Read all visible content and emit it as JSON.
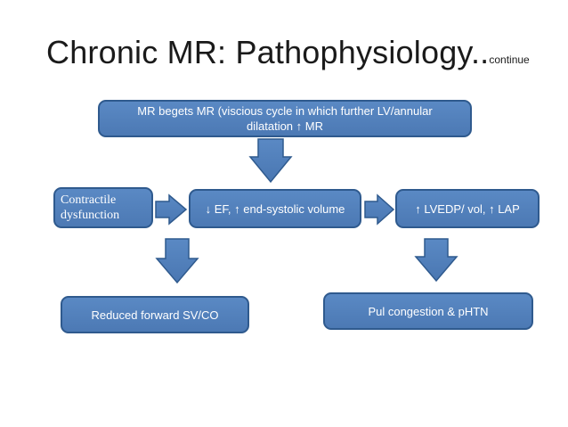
{
  "slide": {
    "title_main": "Chronic MR: Pathophysiology..",
    "title_sub": "continue"
  },
  "diagram": {
    "nodes": {
      "top": {
        "text": "MR begets MR (viscious cycle in which further LV/annular dilatation ↑ MR"
      },
      "contractile": {
        "text": "Contractile dysfunction"
      },
      "ef": {
        "text": "↓ EF, ↑ end-systolic volume"
      },
      "lvedp": {
        "text": "↑ LVEDP/ vol, ↑ LAP"
      },
      "reduced": {
        "text": "Reduced forward SV/CO"
      },
      "pul": {
        "text": "Pul congestion & pHTN"
      }
    },
    "colors": {
      "box_fill": "#4f7dba",
      "box_border": "#2f5a8e",
      "text": "#ffffff",
      "title": "#1a1a1a"
    }
  }
}
